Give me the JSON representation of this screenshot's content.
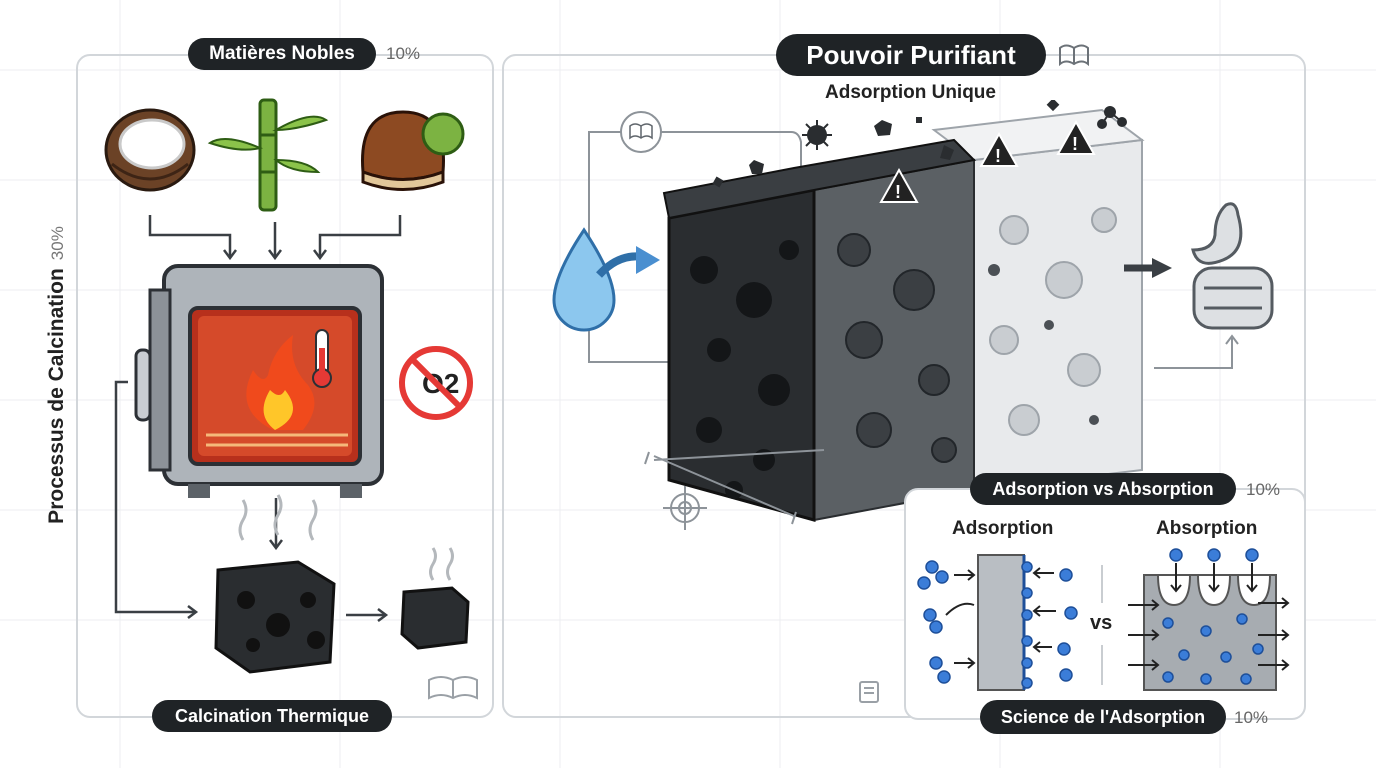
{
  "left_panel": {
    "title": "Matières Nobles",
    "title_pct": "10%",
    "side_title": "Processus de Calcination",
    "side_pct": "30%",
    "footer_title": "Calcination Thermique",
    "o2_label": "O2",
    "icons": [
      "coconut-icon",
      "bamboo-icon",
      "chestnut-icon",
      "oven-icon",
      "flame-icon",
      "thermometer-icon",
      "no-oxygen-icon",
      "charcoal-block-icon",
      "charcoal-small-icon",
      "book-icon"
    ]
  },
  "main_panel": {
    "title": "Pouvoir Purifiant",
    "subtitle": "Adsorption Unique",
    "icons": [
      "book-icon",
      "water-drop-icon",
      "porous-carbon-block-icon",
      "warning-icon",
      "virus-icon",
      "molecule-icon",
      "stomach-intestine-icon",
      "target-icon",
      "note-icon"
    ]
  },
  "compare_panel": {
    "title": "Adsorption vs Absorption",
    "title_pct": "10%",
    "left_label": "Adsorption",
    "right_label": "Absorption",
    "vs_label": "vs",
    "footer_title": "Science de l'Adsorption",
    "footer_pct": "10%"
  },
  "colors": {
    "pill_bg": "#1f2326",
    "panel_border": "#d2d6da",
    "particle_blue": "#3b7dd8",
    "flame_red": "#e8381f",
    "carbon_dark": "#2a2d30"
  }
}
